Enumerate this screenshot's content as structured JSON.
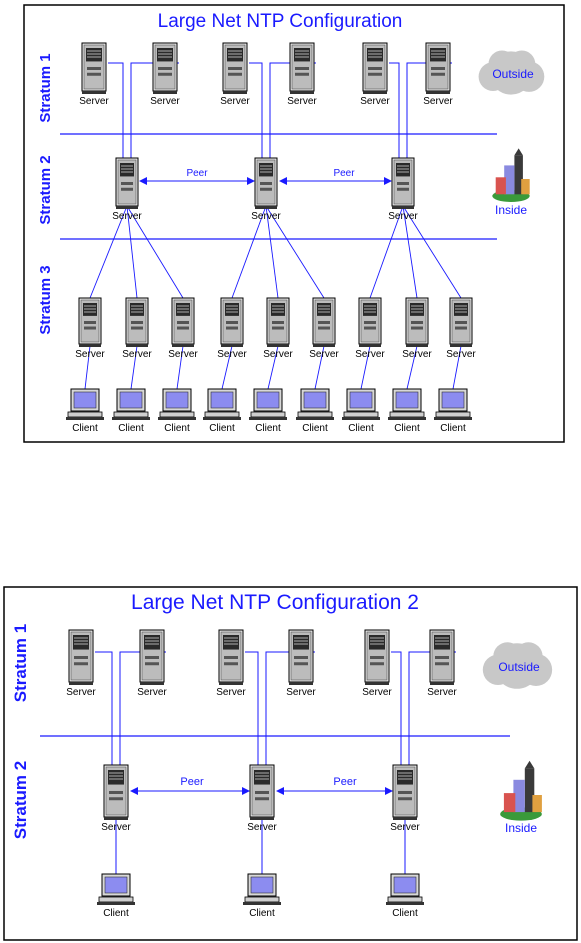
{
  "diagrams": [
    {
      "title": "Large Net NTP Configuration",
      "strata": [
        "Stratum 1",
        "Stratum 2",
        "Stratum 3"
      ],
      "server_label": "Server",
      "client_label": "Client",
      "peer_label": "Peer",
      "outside_label": "Outside",
      "inside_label": "Inside",
      "stratum1_server_count": 6,
      "stratum2_server_count": 3,
      "stratum3_server_count": 9,
      "client_count": 9
    },
    {
      "title": "Large Net NTP Configuration 2",
      "strata": [
        "Stratum 1",
        "Stratum 2"
      ],
      "server_label": "Server",
      "client_label": "Client",
      "peer_label": "Peer",
      "outside_label": "Outside",
      "inside_label": "Inside",
      "stratum1_server_count": 6,
      "stratum2_server_count": 3,
      "client_count": 3
    }
  ],
  "colors": {
    "accent": "#1a1aff",
    "frame": "#000000",
    "cloud": "#c8c8c8",
    "screen": "#8c8cf0"
  }
}
